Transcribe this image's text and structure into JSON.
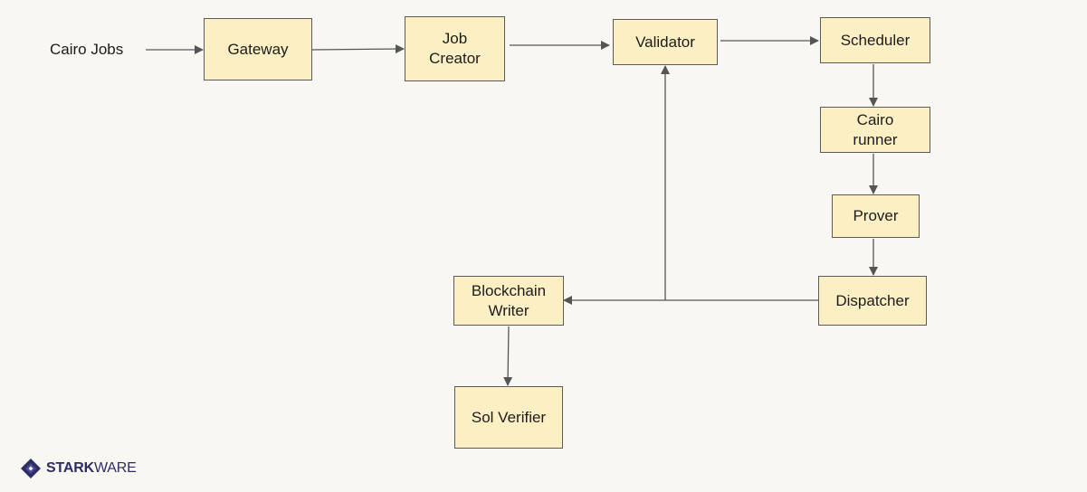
{
  "diagram": {
    "source_label": "Cairo Jobs",
    "nodes": {
      "gateway": "Gateway",
      "job_creator": "Job\nCreator",
      "validator": "Validator",
      "scheduler": "Scheduler",
      "cairo_runner": "Cairo\nrunner",
      "prover": "Prover",
      "dispatcher": "Dispatcher",
      "blockchain_writer": "Blockchain\nWriter",
      "sol_verifier": "Sol Verifier"
    },
    "edges": [
      {
        "from": "Cairo Jobs",
        "to": "Gateway"
      },
      {
        "from": "Gateway",
        "to": "Job Creator"
      },
      {
        "from": "Job Creator",
        "to": "Validator"
      },
      {
        "from": "Validator",
        "to": "Scheduler"
      },
      {
        "from": "Scheduler",
        "to": "Cairo runner"
      },
      {
        "from": "Cairo runner",
        "to": "Prover"
      },
      {
        "from": "Prover",
        "to": "Dispatcher"
      },
      {
        "from": "Dispatcher",
        "to": "Blockchain Writer"
      },
      {
        "from": "Dispatcher",
        "to": "Validator"
      },
      {
        "from": "Blockchain Writer",
        "to": "Sol Verifier"
      }
    ],
    "colors": {
      "node_fill": "#fdefc4",
      "node_border": "#5a5a5a",
      "edge": "#555555",
      "background": "#f8f7f2"
    }
  },
  "brand": {
    "logo_icon": "starkware-logo-icon",
    "name_bold": "STARK",
    "name_light": "WARE",
    "color": "#2d2c66"
  }
}
